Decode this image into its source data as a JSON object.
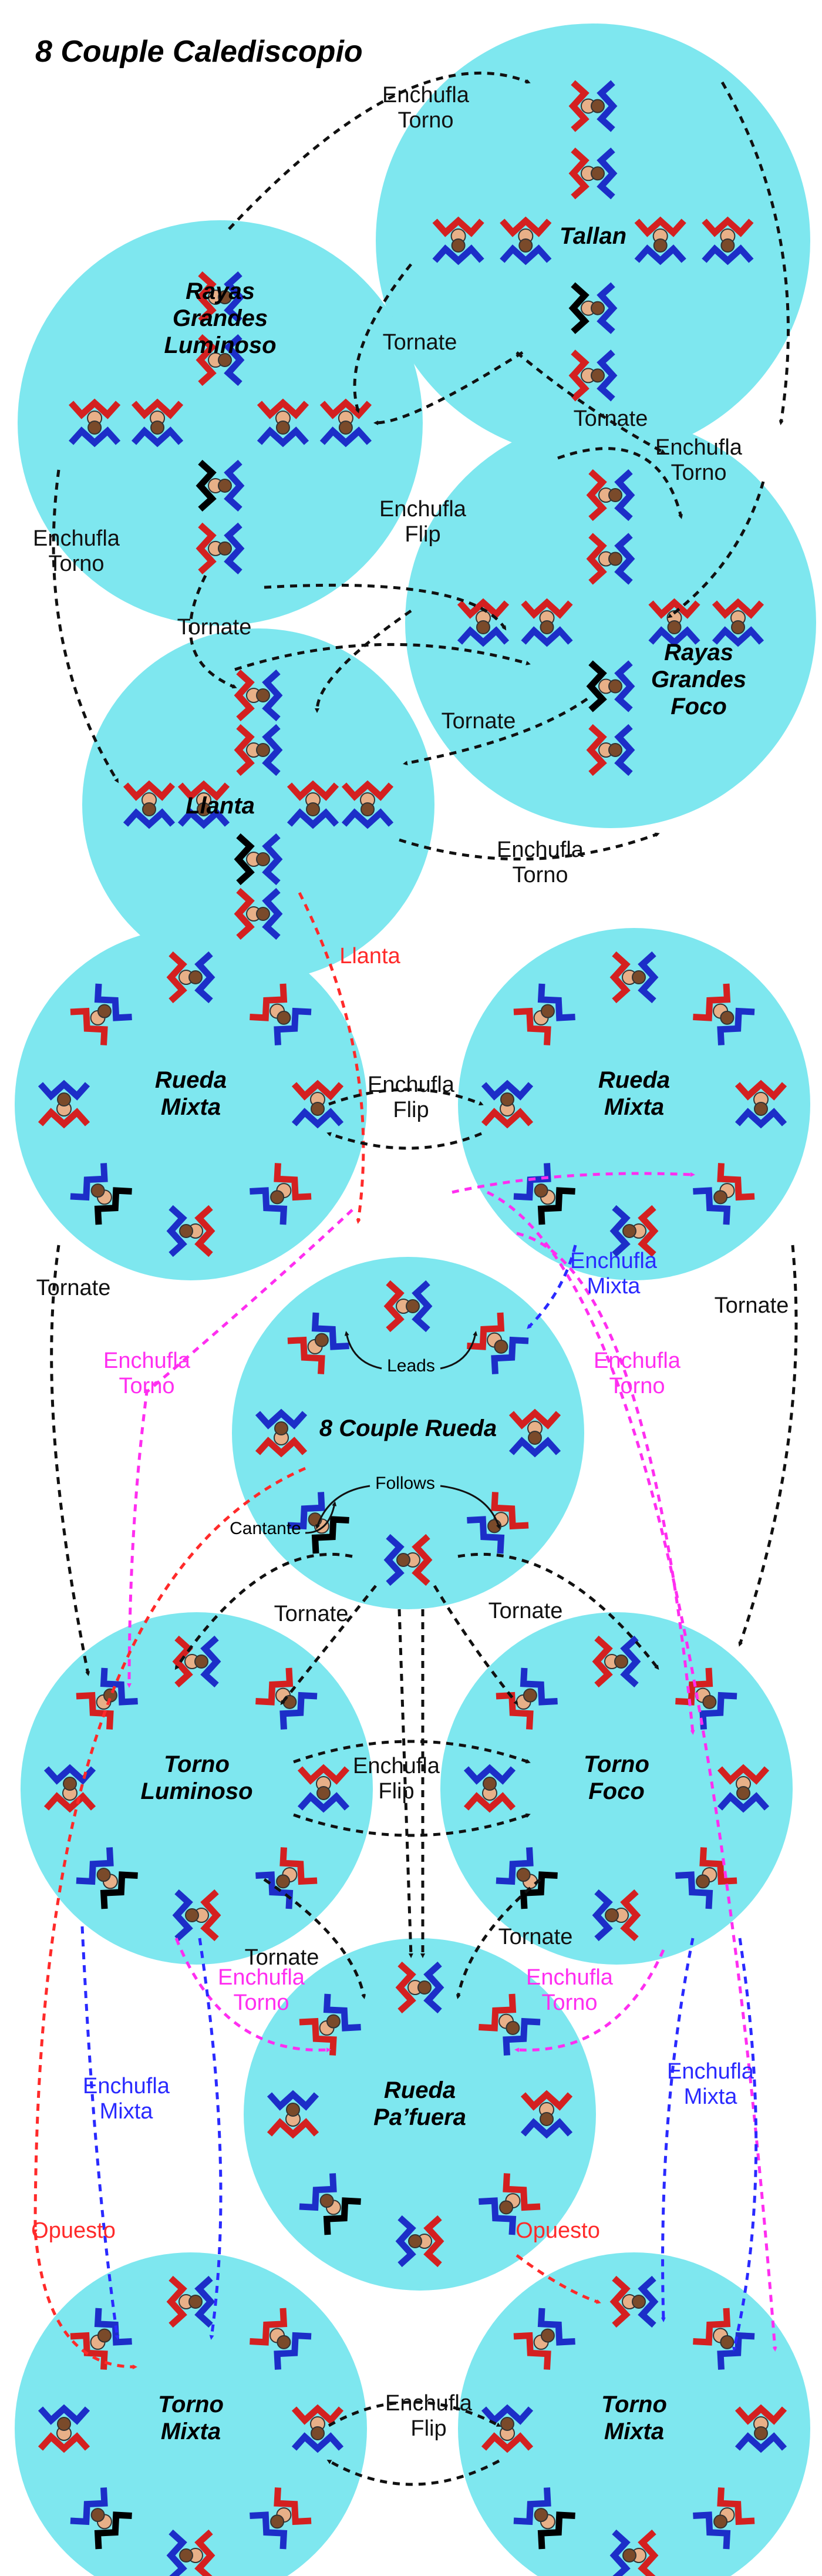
{
  "title": "8 Couple Calediscopio",
  "colors": {
    "circle": "#7ee7ef",
    "lead": "#d42020",
    "follow": "#1c2ec8",
    "cantante": "#000000",
    "head": "#e8b088",
    "headFollow": "#7a4a2a",
    "black": "#111111",
    "red": "#ff2a2a",
    "magenta": "#ff2ef0",
    "blue": "#2a2aff"
  },
  "formations": [
    {
      "id": "tallan",
      "lines": [
        "Tallan"
      ],
      "shape": "cross"
    },
    {
      "id": "rayas-grandes-luminoso",
      "lines": [
        "Rayas",
        "Grandes",
        "Luminoso"
      ],
      "shape": "cross"
    },
    {
      "id": "rayas-grandes-foco",
      "lines": [
        "Rayas",
        "Grandes",
        "Foco"
      ],
      "shape": "cross"
    },
    {
      "id": "llanta",
      "lines": [
        "Llanta"
      ],
      "shape": "cross"
    },
    {
      "id": "rueda-mixta-left",
      "lines": [
        "Rueda",
        "Mixta"
      ],
      "shape": "ring"
    },
    {
      "id": "rueda-mixta-right",
      "lines": [
        "Rueda",
        "Mixta"
      ],
      "shape": "ring"
    },
    {
      "id": "8-couple-rueda",
      "lines": [
        "8 Couple Rueda"
      ],
      "shape": "ring"
    },
    {
      "id": "torno-luminoso",
      "lines": [
        "Torno",
        "Luminoso"
      ],
      "shape": "ring"
    },
    {
      "id": "torno-foco",
      "lines": [
        "Torno",
        "Foco"
      ],
      "shape": "ring"
    },
    {
      "id": "rueda-pafuera",
      "lines": [
        "Rueda",
        "Pa’fuera"
      ],
      "shape": "ring"
    },
    {
      "id": "torno-mixta-left",
      "lines": [
        "Torno",
        "Mixta"
      ],
      "shape": "ring"
    },
    {
      "id": "torno-mixta-right",
      "lines": [
        "Torno",
        "Mixta"
      ],
      "shape": "ring"
    }
  ],
  "transitions": [
    {
      "id": "enchufla-torno-top",
      "lines": [
        "Enchufla",
        "Torno"
      ],
      "color": "black"
    },
    {
      "id": "tornate-top",
      "lines": [
        "Tornate"
      ],
      "color": "black"
    },
    {
      "id": "tornate-right-top",
      "lines": [
        "Tornate"
      ],
      "color": "black"
    },
    {
      "id": "enchufla-torno-right",
      "lines": [
        "Enchufla",
        "Torno"
      ],
      "color": "black"
    },
    {
      "id": "enchufla-flip-top",
      "lines": [
        "Enchufla",
        "Flip"
      ],
      "color": "black"
    },
    {
      "id": "enchufla-torno-left",
      "lines": [
        "Enchufla",
        "Torno"
      ],
      "color": "black"
    },
    {
      "id": "tornate-mid-left",
      "lines": [
        "Tornate"
      ],
      "color": "black"
    },
    {
      "id": "tornate-mid-right",
      "lines": [
        "Tornate"
      ],
      "color": "black"
    },
    {
      "id": "enchufla-torno-llanta",
      "lines": [
        "Enchufla",
        "Torno"
      ],
      "color": "black"
    },
    {
      "id": "llanta-red",
      "lines": [
        "Llanta"
      ],
      "color": "red"
    },
    {
      "id": "enchufla-flip-mixta",
      "lines": [
        "Enchufla",
        "Flip"
      ],
      "color": "black"
    },
    {
      "id": "tornate-left-rueda",
      "lines": [
        "Tornate"
      ],
      "color": "black"
    },
    {
      "id": "enchufla-mixta-blue",
      "lines": [
        "Enchufla",
        "Mixta"
      ],
      "color": "blue"
    },
    {
      "id": "tornate-right-rueda",
      "lines": [
        "Tornate"
      ],
      "color": "black"
    },
    {
      "id": "enchufla-torno-mag-left",
      "lines": [
        "Enchufla",
        "Torno"
      ],
      "color": "magenta"
    },
    {
      "id": "enchufla-torno-mag-right",
      "lines": [
        "Enchufla",
        "Torno"
      ],
      "color": "magenta"
    },
    {
      "id": "tornate-lower-left",
      "lines": [
        "Tornate"
      ],
      "color": "black"
    },
    {
      "id": "tornate-lower-right",
      "lines": [
        "Tornate"
      ],
      "color": "black"
    },
    {
      "id": "enchufla-flip-torno",
      "lines": [
        "Enchufla",
        "Flip"
      ],
      "color": "black"
    },
    {
      "id": "tornate-bottom-left",
      "lines": [
        "Tornate"
      ],
      "color": "black"
    },
    {
      "id": "tornate-bottom-right",
      "lines": [
        "Tornate"
      ],
      "color": "black"
    },
    {
      "id": "enchufla-torno-mag-bl",
      "lines": [
        "Enchufla",
        "Torno"
      ],
      "color": "magenta"
    },
    {
      "id": "enchufla-torno-mag-br",
      "lines": [
        "Enchufla",
        "Torno"
      ],
      "color": "magenta"
    },
    {
      "id": "enchufla-mixta-blue-left",
      "lines": [
        "Enchufla",
        "Mixta"
      ],
      "color": "blue"
    },
    {
      "id": "enchufla-mixta-blue-right",
      "lines": [
        "Enchufla",
        "Mixta"
      ],
      "color": "blue"
    },
    {
      "id": "opuesto-left",
      "lines": [
        "Opuesto"
      ],
      "color": "red"
    },
    {
      "id": "opuesto-right",
      "lines": [
        "Opuesto"
      ],
      "color": "red"
    },
    {
      "id": "enchufla-flip-bottom",
      "lines": [
        "Enchufla",
        "Flip"
      ],
      "color": "black"
    }
  ],
  "small_labels": {
    "leads": "Leads",
    "follows": "Follows",
    "cantante": "Cantante"
  }
}
